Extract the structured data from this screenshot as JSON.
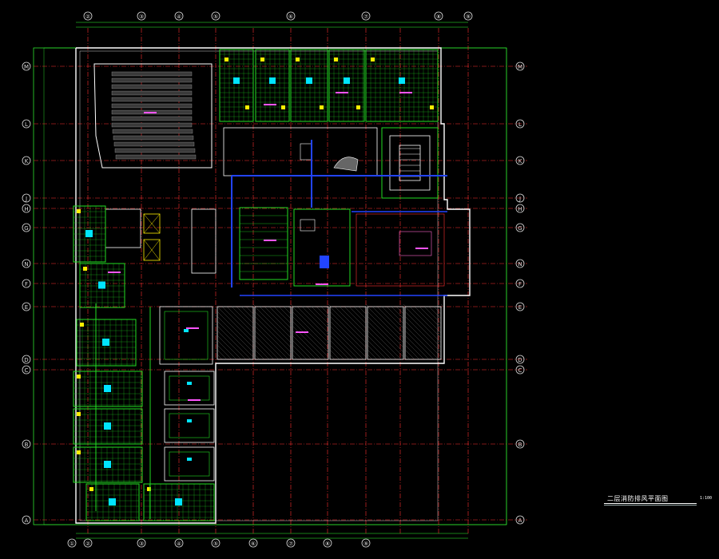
{
  "drawing": {
    "title": "二层消防排风平面图",
    "scale": "1:100",
    "colors": {
      "background": "#000000",
      "axis_line": "#ff3030",
      "wall": "#ffffff",
      "grid_bubble": "#dddddd",
      "dimension": "#33ff33",
      "ceiling_grid": "#22dd22",
      "duct": "#2244ff",
      "outlet": "#00e5ff",
      "text_annotation": "#ff55ff",
      "hatch": "#cccccc",
      "accent_yellow": "#ffee00"
    },
    "axes_horizontal": [
      "②",
      "③",
      "④",
      "⑤",
      "⑥",
      "⑦",
      "⑧",
      "⑨"
    ],
    "axes_horizontal_bottom": [
      "①",
      "②",
      "③",
      "④",
      "⑤",
      "⑥",
      "⑦",
      "⑧",
      "⑨"
    ],
    "axes_vertical": [
      "M",
      "L",
      "K",
      "J",
      "H",
      "G",
      "N",
      "F",
      "E",
      "D",
      "C",
      "B",
      "A"
    ]
  }
}
